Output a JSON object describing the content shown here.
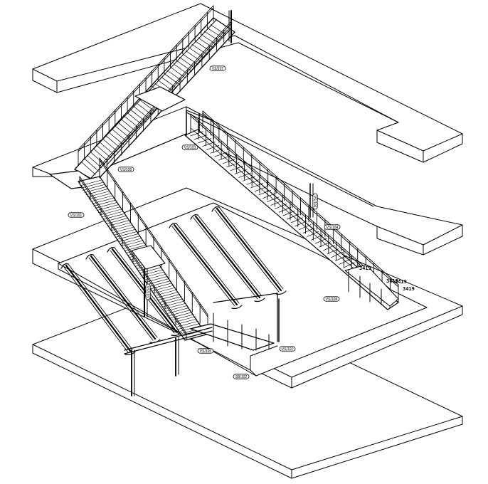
{
  "drawing": {
    "tags": [
      {
        "id": "t1",
        "text": "VS/107"
      },
      {
        "id": "t2",
        "text": "VS/103"
      },
      {
        "id": "t3",
        "text": "VS/108"
      },
      {
        "id": "t4",
        "text": "VS/101"
      },
      {
        "id": "t5",
        "text": "VS/104"
      },
      {
        "id": "t6",
        "text": "VS/104"
      },
      {
        "id": "t7",
        "text": "VS/105"
      },
      {
        "id": "t8",
        "text": "VS/102"
      },
      {
        "id": "t9",
        "text": "SB/102"
      },
      {
        "id": "t10",
        "text": "VS/106"
      },
      {
        "id": "t11",
        "text": "VS/103"
      }
    ],
    "dims": [
      {
        "id": "d1",
        "text": "3419"
      },
      {
        "id": "d2",
        "text": "3419"
      },
      {
        "id": "d3",
        "text": "3419"
      },
      {
        "id": "d4",
        "text": "3419"
      }
    ]
  }
}
